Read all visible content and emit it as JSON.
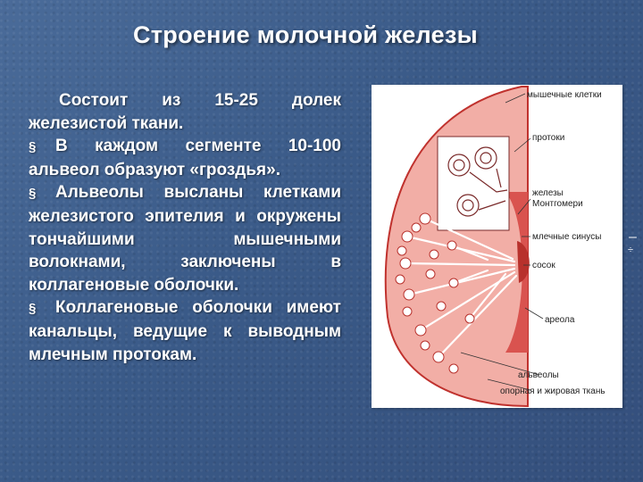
{
  "slide": {
    "title": "Строение молочной железы",
    "paragraphs": [
      {
        "bullet": "",
        "text": "Состоит из 15-25 долек железистой ткани."
      },
      {
        "bullet": "§",
        "text": "В каждом сегменте 10-100 альвеол образуют «гроздья»."
      },
      {
        "bullet": "§",
        "text": "Альвеолы высланы клетками железистого эпителия и окружены тончайшими мышечными волокнами, заключены в коллагеновые оболочки."
      },
      {
        "bullet": "§",
        "text": "Коллагеновые оболочки имеют канальцы, ведущие к выводным млечным протокам."
      }
    ]
  },
  "figure": {
    "labels": {
      "muscle_cells": "мышечные клетки",
      "ducts": "протоки",
      "montgomery_glands_1": "железы",
      "montgomery_glands_2": "Монтгомери",
      "milk_sinuses": "млечные синусы",
      "nipple": "сосок",
      "areola": "ареола",
      "alveoli": "альвеолы",
      "support_fat_tissue": "опорная и жировая ткань"
    },
    "colors": {
      "tissue": "#f0a8a0",
      "tissue_dark": "#d9534f",
      "border": "#c0322e",
      "lobule": "#ffffff"
    }
  },
  "edge_mark": "ー ÷"
}
